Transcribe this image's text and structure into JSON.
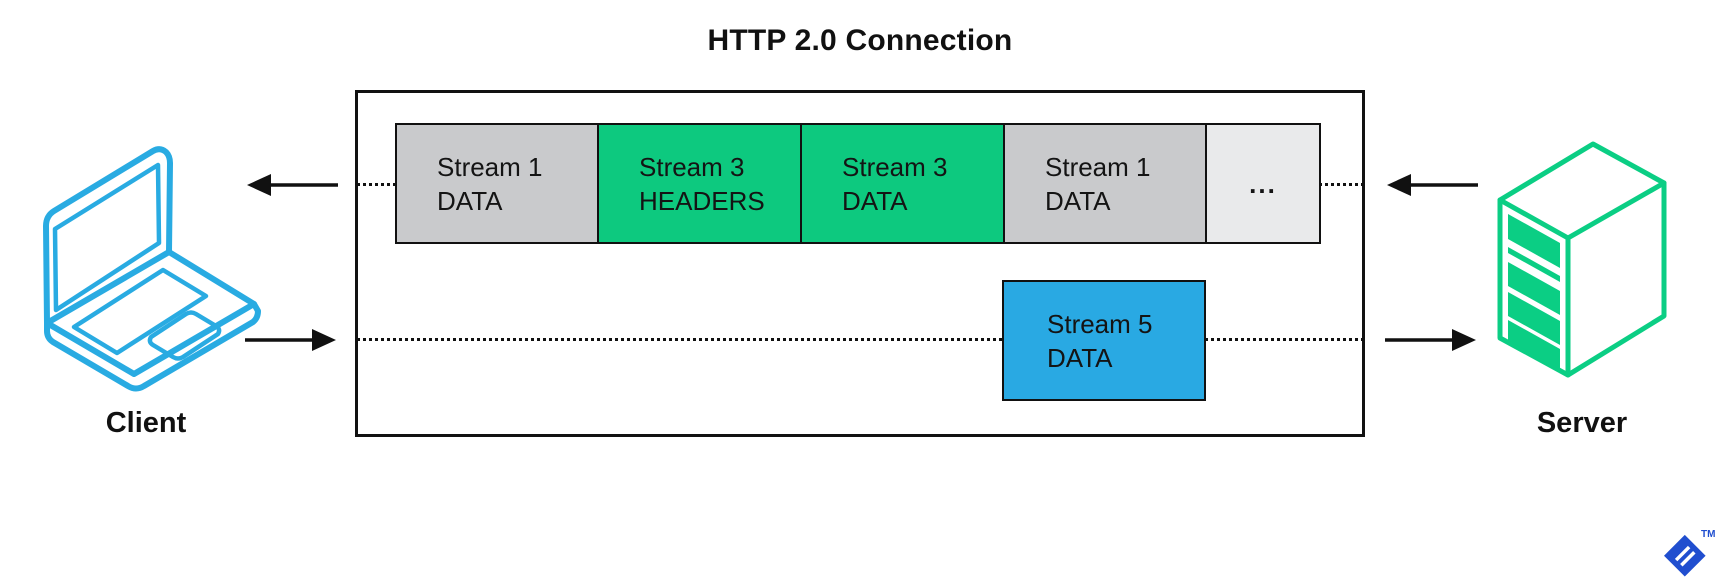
{
  "title": "HTTP 2.0 Connection",
  "client": {
    "label": "Client"
  },
  "server": {
    "label": "Server"
  },
  "frames": [
    {
      "line1": "Stream 1",
      "line2": "DATA",
      "variant": "gray"
    },
    {
      "line1": "Stream 3",
      "line2": "HEADERS",
      "variant": "green"
    },
    {
      "line1": "Stream 3",
      "line2": "DATA",
      "variant": "green"
    },
    {
      "line1": "Stream 1",
      "line2": "DATA",
      "variant": "gray"
    },
    {
      "line1": "...",
      "variant": "light"
    }
  ],
  "stream5": {
    "line1": "Stream 5",
    "line2": "DATA",
    "variant": "blue"
  },
  "arrows": [
    {
      "side": "left",
      "row": "top",
      "direction": "left"
    },
    {
      "side": "left",
      "row": "bottom",
      "direction": "right"
    },
    {
      "side": "right",
      "row": "top",
      "direction": "left"
    },
    {
      "side": "right",
      "row": "bottom",
      "direction": "right"
    }
  ],
  "logo": {
    "trademark": "TM"
  },
  "colors": {
    "frame_gray": "#C9CACC",
    "frame_green": "#0DC97F",
    "frame_light": "#E9EAEB",
    "stream_blue": "#29A9E3",
    "client_blue": "#29ABE2",
    "server_green": "#0BCE84",
    "line_black": "#111111",
    "logo_blue": "#204ECF"
  }
}
